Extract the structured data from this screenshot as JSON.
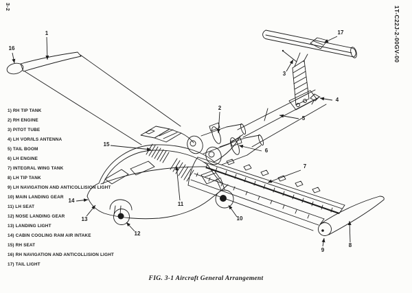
{
  "page": {
    "page_number": "3-2",
    "doc_number": "1T-C22J-2-00GV-00",
    "caption": "FIG. 3-1 Aircraft General Arrangement"
  },
  "colors": {
    "paper": "#fcfcfa",
    "ink": "#1b1b1b"
  },
  "parts_list": [
    "1) RH TIP TANK",
    "2) RH ENGINE",
    "3) PITOT TUBE",
    "4) LH VOR/ILS ANTENNA",
    "5) TAIL BOOM",
    "6) LH ENGINE",
    "7) INTEGRAL WING TANK",
    "8) LH TIP TANK",
    "9) LH NAVIGATION AND ANTICOLLISION LIGHT",
    "10) MAIN LANDING GEAR",
    "11) LH SEAT",
    "12) NOSE LANDING GEAR",
    "13) LANDING LIGHT",
    "14) CABIN COOLING RAM AIR INTAKE",
    "15) RH SEAT",
    "16) RH NAVIGATION AND ANTICOLLISION LIGHT",
    "17) TAIL LIGHT"
  ],
  "figure": {
    "callouts": [
      "1",
      "2",
      "3",
      "4",
      "5",
      "6",
      "7",
      "8",
      "9",
      "10",
      "11",
      "12",
      "13",
      "14",
      "15",
      "16",
      "17"
    ]
  }
}
